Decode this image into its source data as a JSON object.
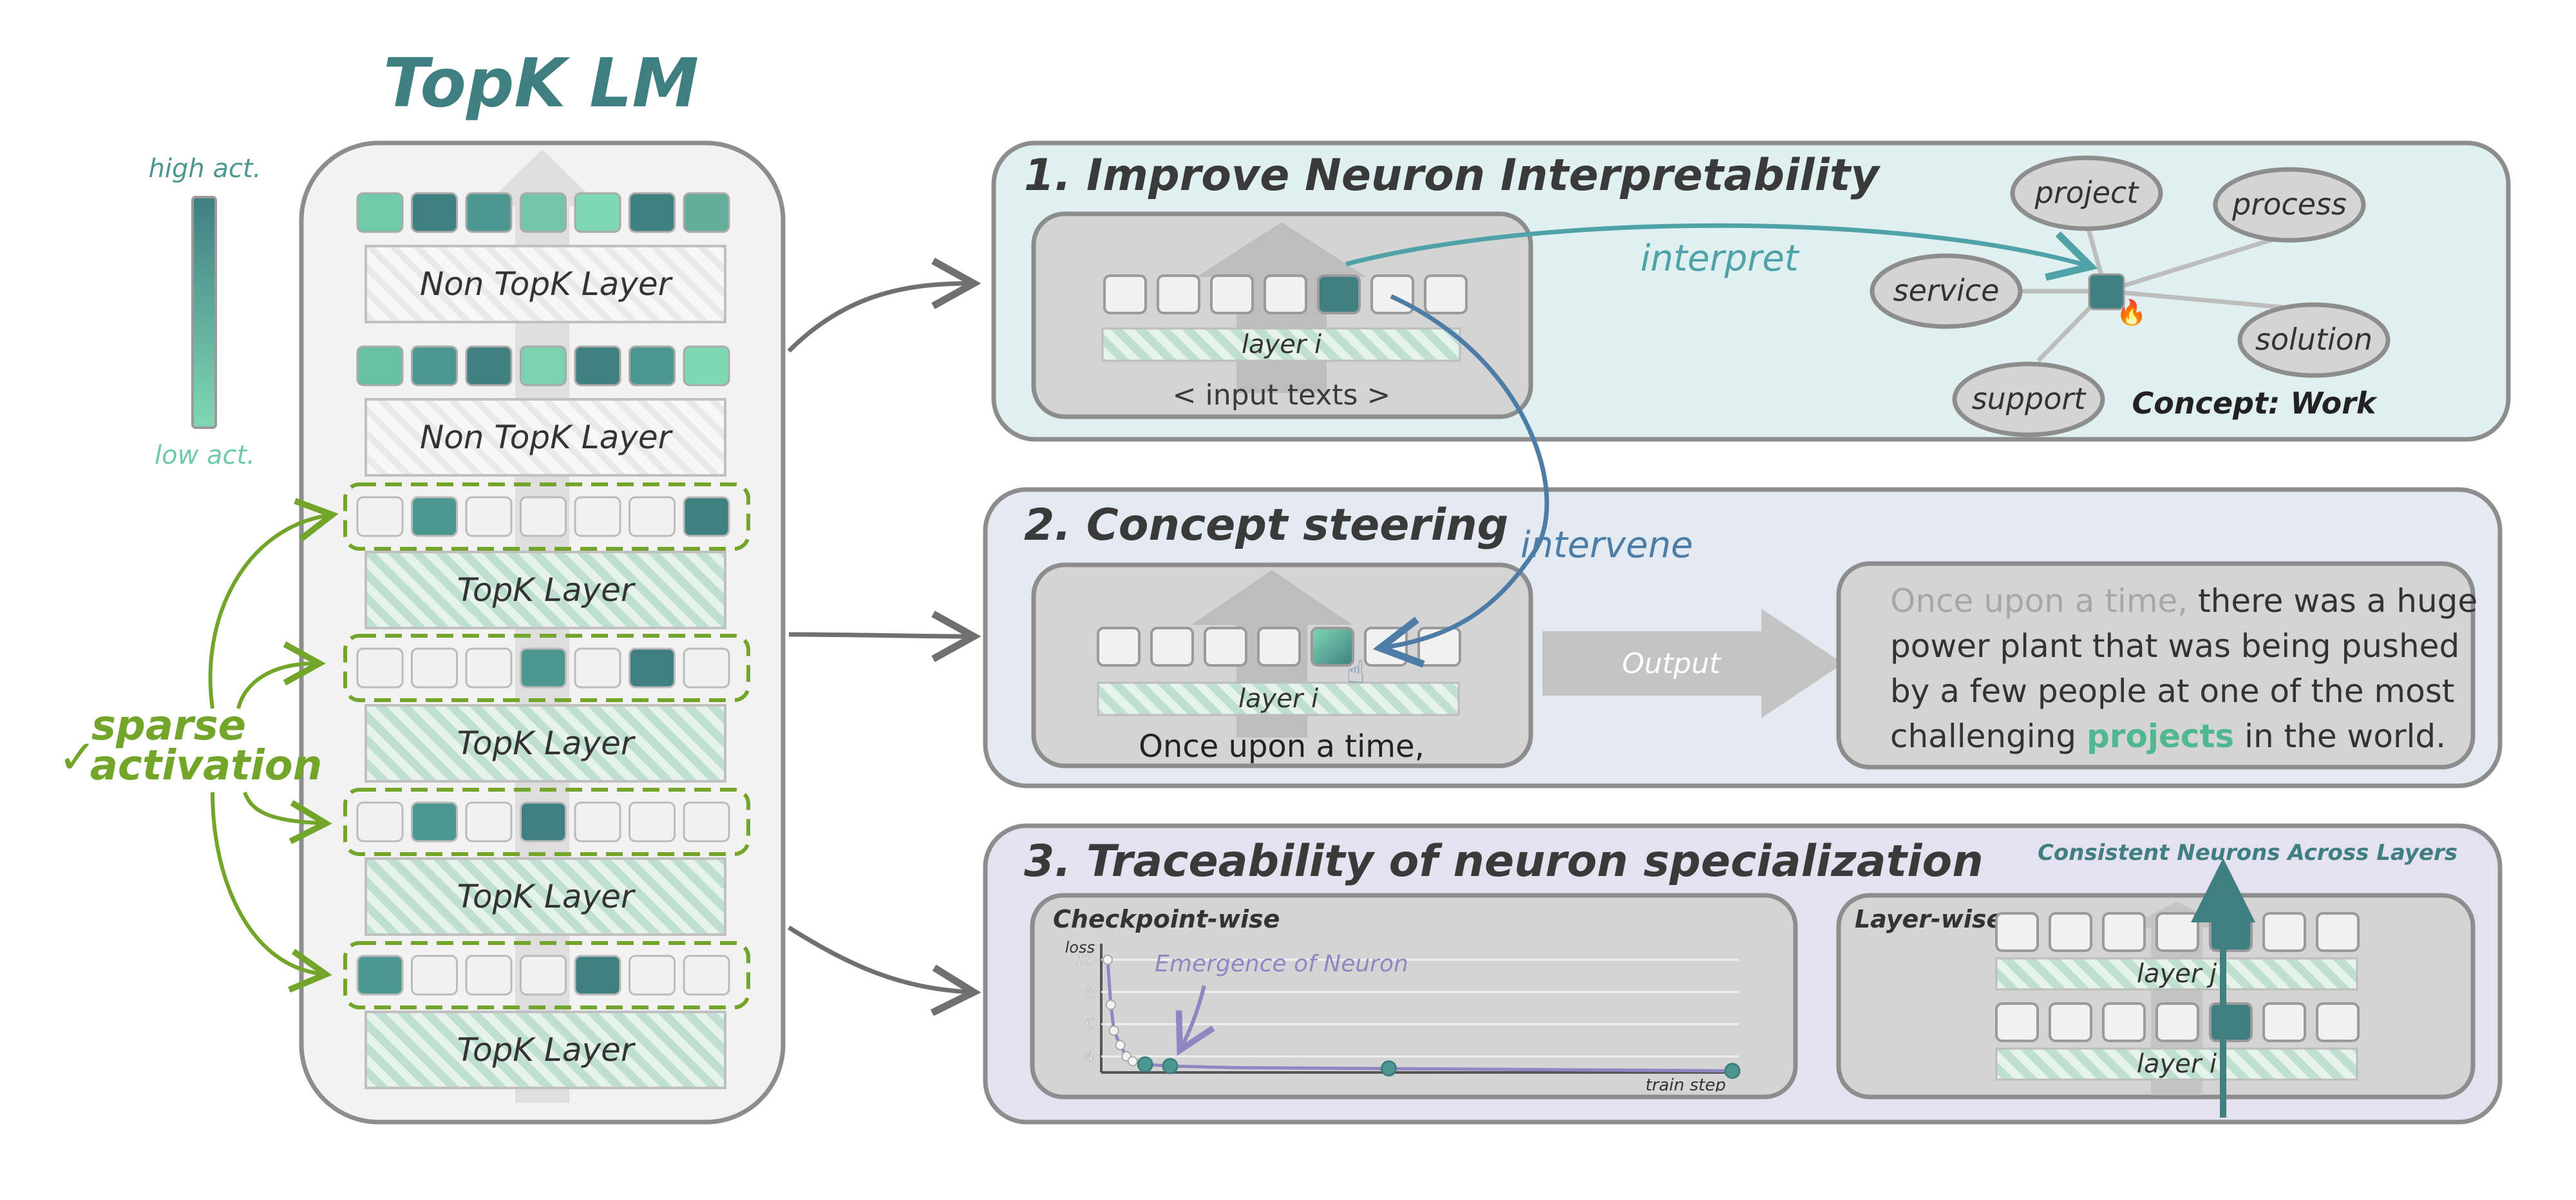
{
  "title": "TopK LM",
  "legend": {
    "high": "high act.",
    "low": "low act."
  },
  "colors": {
    "teal_dark": "#3f7f82",
    "teal_mid": "#4fa39a",
    "teal_light": "#7fd8b4",
    "green_accent": "#72a52a",
    "panel1_bg": "#e0f0f0",
    "panel2_bg": "#e3eaf2",
    "panel3_bg": "#e4e2f0",
    "grey_box": "#d4d4d4",
    "purple": "#8f87c3",
    "blue_arrow": "#4d7ca6"
  },
  "model": {
    "layers": [
      "Non TopK Layer",
      "Non TopK Layer",
      "TopK Layer",
      "TopK Layer",
      "TopK Layer",
      "TopK Layer"
    ],
    "sparse_label": [
      "sparse",
      "activation"
    ],
    "checkmark": "✓",
    "dense_rows": [
      [
        "#6fcaa8",
        "#3f7f82",
        "#4c9891",
        "#73c6a9",
        "#7fd8b4",
        "#3f7f82",
        "#62ae9a"
      ],
      [
        "#68c0a3",
        "#4c9891",
        "#3f7f82",
        "#7ad2b1",
        "#3f7f82",
        "#4c9891",
        "#7fd8b4"
      ]
    ],
    "sparse_rows": [
      [
        0,
        1,
        0,
        0,
        0,
        0,
        2
      ],
      [
        0,
        0,
        0,
        1,
        0,
        2,
        0
      ],
      [
        0,
        1,
        0,
        2,
        0,
        0,
        0
      ],
      [
        1,
        0,
        0,
        0,
        2,
        0,
        0
      ]
    ]
  },
  "panel1": {
    "title": "1. Improve Neuron Interpretability",
    "layer_label": "layer i",
    "input_label": "< input texts >",
    "interpret_label": "interpret",
    "concept_words": [
      "project",
      "process",
      "service",
      "solution",
      "support"
    ],
    "concept_label": "Concept: Work",
    "fire_icon": "🔥"
  },
  "panel2": {
    "title": "2. Concept steering",
    "layer_label": "layer i",
    "input_label": "Once upon a time,",
    "intervene_label": "intervene",
    "output_label": "Output",
    "output_text": {
      "prompt": "Once upon a time,",
      "line1_rest": " there was a huge",
      "line2": "power plant that was being pushed",
      "line3": "by a few people at one of the most",
      "line4_pre": "challenging ",
      "line4_highlight": "projects",
      "line4_post": " in the world."
    }
  },
  "panel3": {
    "title": "3. Traceability of neuron specialization",
    "checkpoint_title": "Checkpoint-wise",
    "layerwise_title": "Layer-wise",
    "consistent_label": "Consistent Neurons Across Layers",
    "emergence_label": "Emergence of Neuron",
    "layer_j_label": "layer j",
    "layer_i_label": "layer i",
    "x_axis_label": "train step",
    "y_axis_label": "loss"
  },
  "chart_data": {
    "type": "line",
    "ylabel": "loss",
    "xlabel": "train step",
    "yticks": [
      4,
      6,
      8,
      10
    ],
    "ylim": [
      3,
      11
    ],
    "series": [
      {
        "x": [
          0,
          0.5,
          1,
          2,
          3,
          4,
          6,
          10,
          20,
          40,
          60,
          80,
          100
        ],
        "values": [
          10.0,
          7.2,
          5.6,
          4.7,
          4.0,
          3.7,
          3.5,
          3.4,
          3.3,
          3.25,
          3.2,
          3.15,
          3.1
        ]
      }
    ],
    "highlight_points": [
      {
        "x": 6,
        "y": 3.5
      },
      {
        "x": 10,
        "y": 3.4
      },
      {
        "x": 45,
        "y": 3.25
      },
      {
        "x": 100,
        "y": 3.1
      }
    ]
  }
}
